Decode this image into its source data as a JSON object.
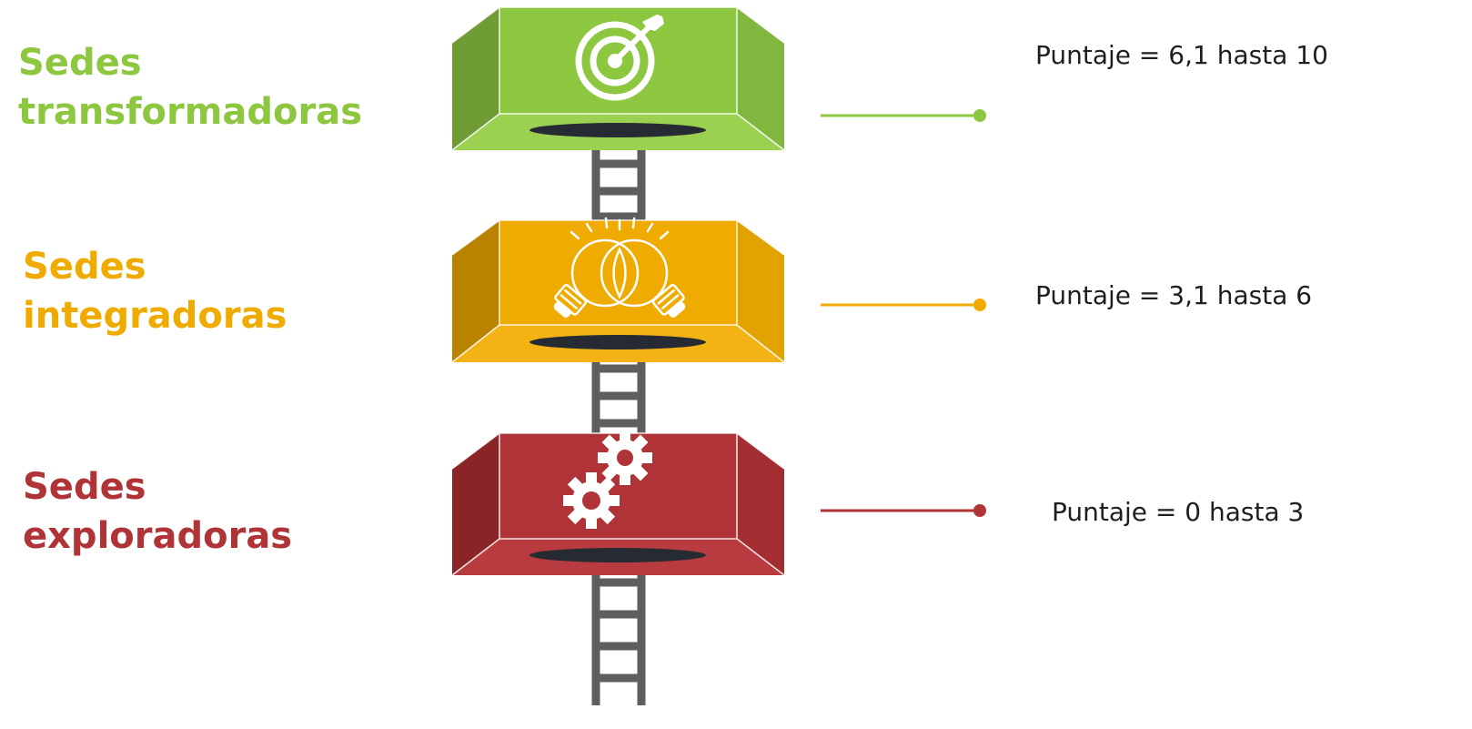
{
  "levels": [
    {
      "id": "transformadoras",
      "name_line1": "Sedes",
      "name_line2": "transformadoras",
      "score_text": "Puntaje = 6,1 hasta 10",
      "color": "#8dc63f",
      "icon": "target-icon"
    },
    {
      "id": "integradoras",
      "name_line1": "Sedes",
      "name_line2": "integradoras",
      "score_text": "Puntaje = 3,1 hasta 6",
      "color": "#f0ab00",
      "icon": "lightbulbs-icon"
    },
    {
      "id": "exploradoras",
      "name_line1": "Sedes",
      "name_line2": "exploradoras",
      "score_text": "Puntaje = 0 hasta 3",
      "color": "#b03337",
      "icon": "gears-icon"
    }
  ]
}
